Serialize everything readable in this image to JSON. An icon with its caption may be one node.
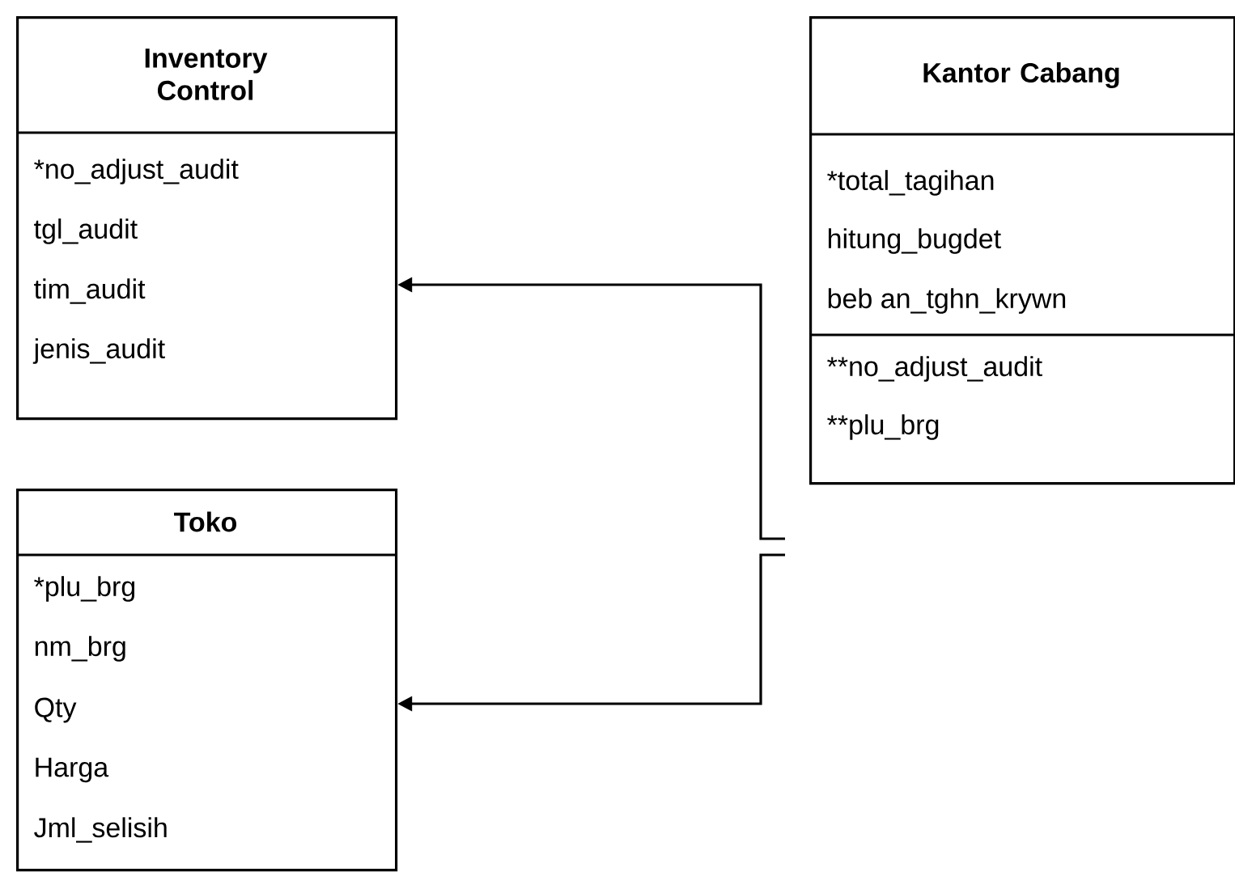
{
  "diagram": {
    "nodes": [
      {
        "text": [
          "Inventory Control",
          "*no_adjust_audit",
          "tgl_audit",
          "tim_audit",
          "jenis_audit"
        ]
      },
      {
        "text": [
          "Toko",
          "*plu_brg",
          "nm_brg",
          "Qty",
          "Harga",
          "Jml_selisih"
        ]
      },
      {
        "text": [
          "Kantor Cabang",
          "*total_tagihan",
          "hitung_bugdet",
          "beb an_tghn_krywn",
          "**no_adjust_audit",
          "**plu_brg"
        ]
      }
    ],
    "edges": [
      {
        "from": null,
        "to": 0,
        "arrow": "to"
      },
      {
        "from": null,
        "to": 1,
        "arrow": "to"
      }
    ]
  }
}
